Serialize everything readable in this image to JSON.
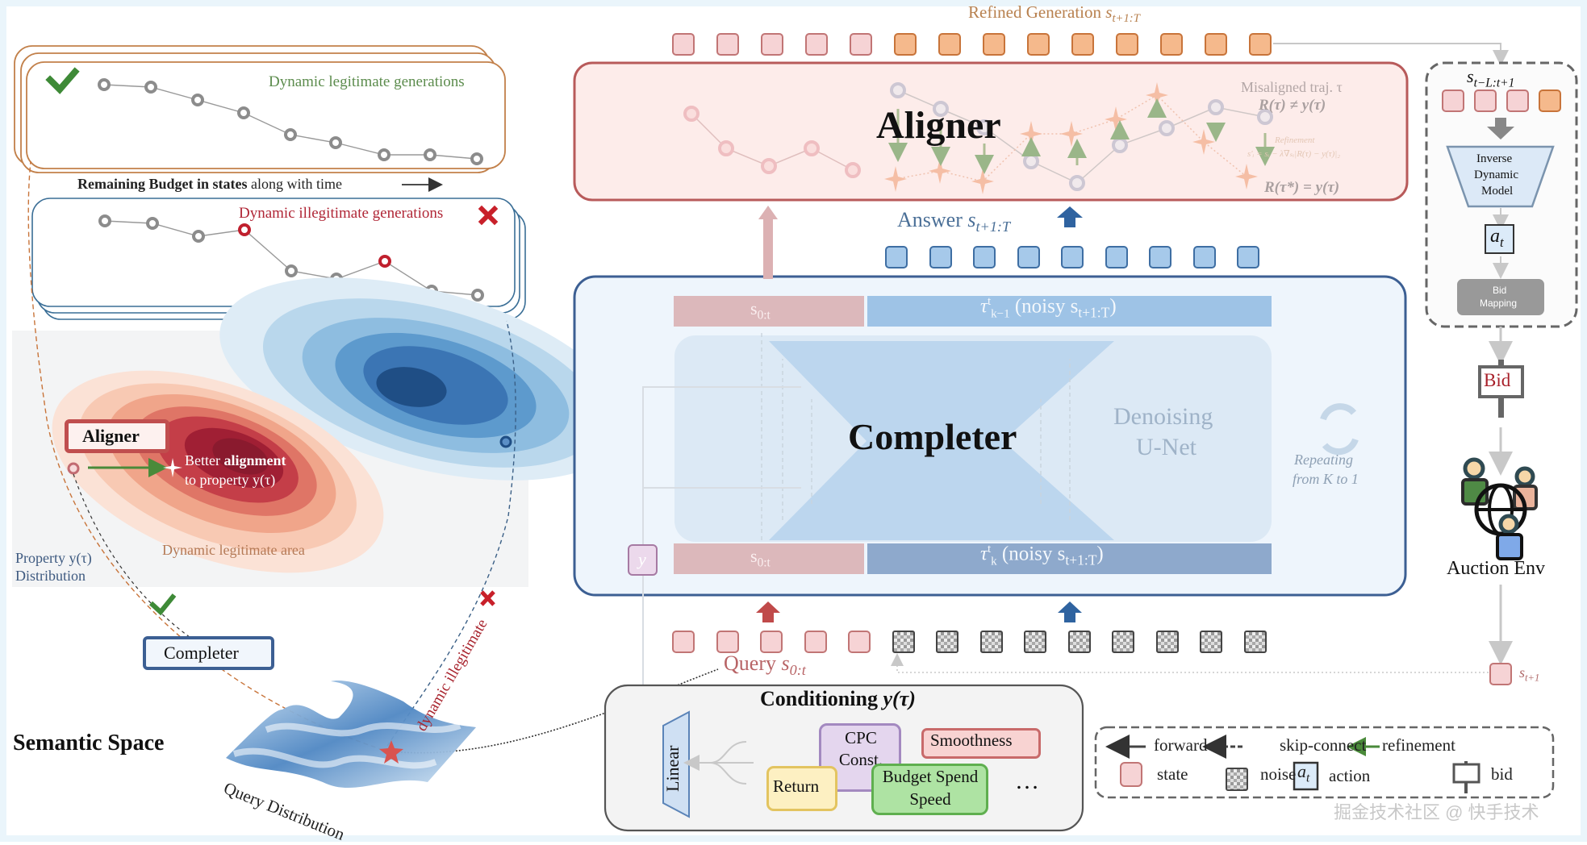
{
  "left_panel": {
    "legit_box": {
      "title": "Dynamic legitimate generations",
      "status": "check"
    },
    "budget_caption": {
      "bold": "Remaining Budget in states",
      "rest": "along with time"
    },
    "illegit_box": {
      "title": "Dynamic illegitimate generations",
      "status": "cross"
    },
    "contour": {
      "aligner_label": "Aligner",
      "better_1": "Better",
      "better_bold": "alignment",
      "better_2": "to property y(τ)",
      "legit_area": "Dynamic legitimate area",
      "property_1": "Property y(τ)",
      "property_2": "Distribution"
    },
    "completer_label": "Completer",
    "semantic_space": "Semantic Space",
    "query_distribution": "Query Distribution",
    "dynamic_illegitimate": "dynamic illegitimate"
  },
  "aligner": {
    "title": "Aligner",
    "refined_generation": "Refined Generation",
    "refined_generation_sub": "s",
    "refined_generation_idx": "t+1:T",
    "misaligned": "Misaligned  traj. τ",
    "r_neq": "R(τ) ≠ y(τ)",
    "refinement": "Refinement",
    "refinement_formula": "s′ᵢ = sᵢ − λ∇ₛᵢ|R(τ) − y(τ)|₂",
    "r_eq": "R(τ*) = y(τ)"
  },
  "answer": {
    "label": "Answer",
    "sub": "s",
    "idx": "t+1:T"
  },
  "completer": {
    "title": "Completer",
    "top_left": "s",
    "top_left_idx": "0:t",
    "top_right": "τ",
    "top_right_sup": "t",
    "top_right_sub": "k−1",
    "top_right_rest": "(noisy s",
    "top_right_rest_idx": "t+1:T",
    "bottom_left": "s",
    "bottom_left_idx": "0:t",
    "bottom_right": "τ",
    "bottom_right_sup": "t",
    "bottom_right_sub": "k",
    "bottom_right_rest": "(noisy s",
    "bottom_right_rest_idx": "t+1:T",
    "unet_1": "Denoising",
    "unet_2": "U-Net",
    "repeat_1": "Repeating",
    "repeat_2": "from K to 1",
    "y_token": "y"
  },
  "query": {
    "label": "Query",
    "sub": "s",
    "idx": "0:t"
  },
  "conditioning": {
    "title": "Conditioning",
    "title_math": "y(τ)",
    "linear": "Linear",
    "items": [
      "CPC Const.",
      "Smoothness",
      "Return",
      "Budget Spend Speed"
    ],
    "more": "…"
  },
  "right_panel": {
    "window_label": "s",
    "window_idx": "t−L:t+1",
    "idm_1": "Inverse",
    "idm_2": "Dynamic",
    "idm_3": "Model",
    "action": "a",
    "action_idx": "t",
    "bid_mapping_1": "Bid",
    "bid_mapping_2": "Mapping",
    "bid_sign": "Bid",
    "auction_env": "Auction Env",
    "next_state": "s",
    "next_state_idx": "t+1"
  },
  "legend": {
    "forward": "forward",
    "skip_connect": "skip-connect",
    "refinement": "refinement",
    "state": "state",
    "noise": "noise",
    "action_sym": "a",
    "action_idx": "t",
    "action": "action",
    "bid": "bid"
  },
  "watermark": "掘金技术社区 @ 快手技术",
  "colors": {
    "aligner_border": "#b85a5a",
    "aligner_fill": "#fdecea",
    "completer_border": "#3c5f93",
    "completer_fill": "#eef5fc",
    "state_fill": "#f6d3d5",
    "generated_fill": "#f5b98c",
    "answer_fill": "#a6c9ea",
    "refine_green": "#4a8a3a",
    "illegit_red": "#b8222d"
  }
}
